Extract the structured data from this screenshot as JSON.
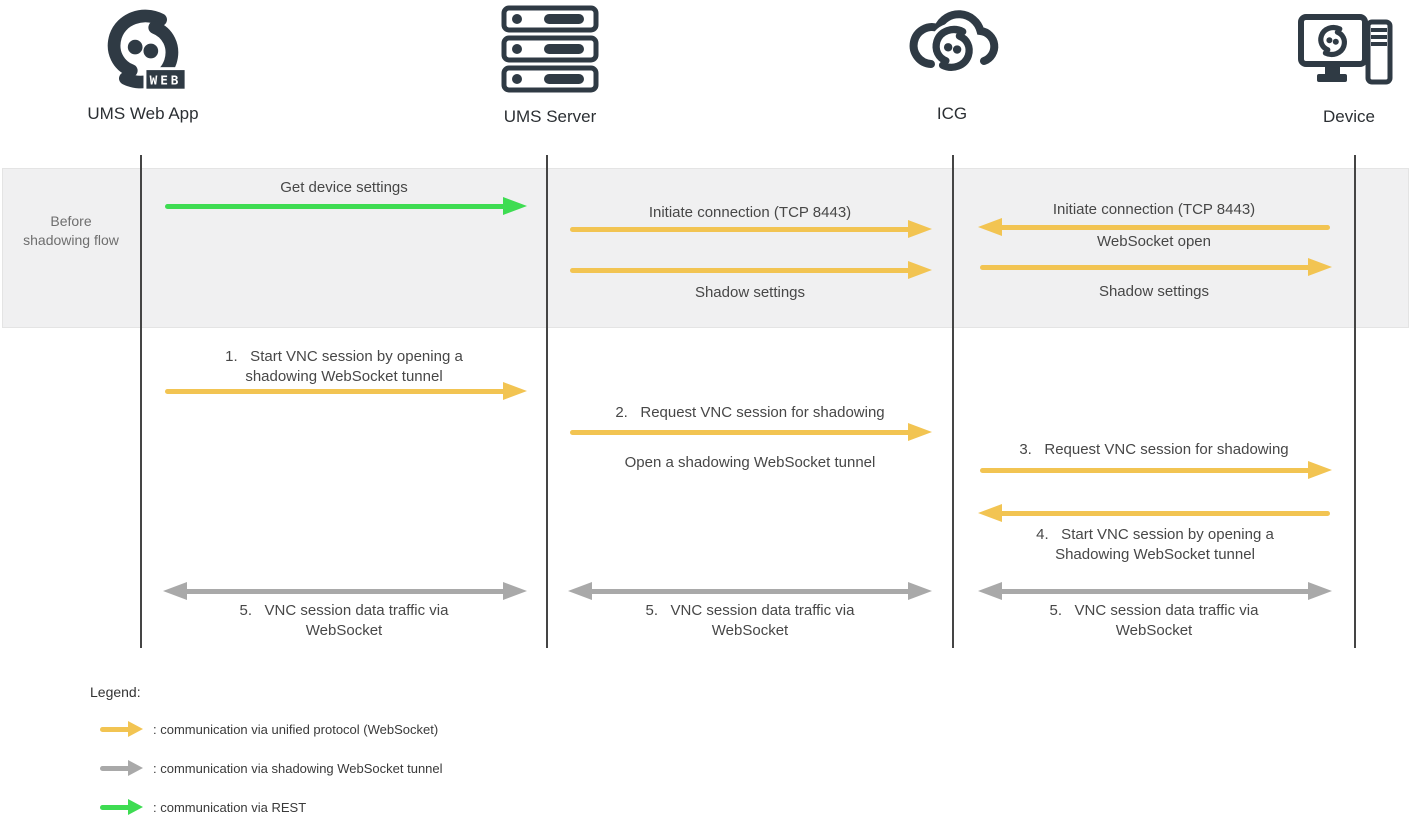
{
  "actors": [
    {
      "name": "UMS Web App",
      "icon": "ums-web-logo-icon",
      "badge": "WEB"
    },
    {
      "name": "UMS Server",
      "icon": "server-stack-icon"
    },
    {
      "name": "ICG",
      "icon": "cloud-link-icon"
    },
    {
      "name": "Device",
      "icon": "device-monitor-icon"
    }
  ],
  "band": {
    "label": "Before shadowing flow"
  },
  "flows": {
    "before": {
      "webapp_to_server": {
        "get_device_settings": "Get device settings"
      },
      "server_to_icg": {
        "initiate_connection": "Initiate connection (TCP 8443)",
        "shadow_settings": "Shadow settings"
      },
      "device_to_icg": {
        "initiate_connection": "Initiate connection (TCP 8443)",
        "websocket_open": "WebSocket open",
        "shadow_settings": "Shadow settings"
      }
    },
    "shadowing": {
      "step1": "1.   Start VNC session by opening a shadowing WebSocket tunnel",
      "step2": "2.   Request VNC session for shadowing",
      "step2_note": "Open a shadowing WebSocket tunnel",
      "step3": "3.   Request VNC session for shadowing",
      "step4": "4.   Start VNC session by opening a Shadowing WebSocket tunnel",
      "step5": "5.   VNC session data traffic via WebSocket"
    }
  },
  "legend": {
    "title": "Legend:",
    "items": [
      {
        "label": ": communication via unified protocol (WebSocket)",
        "color": "#F2C452",
        "color_name": "yellow"
      },
      {
        "label": ": communication via shadowing WebSocket tunnel",
        "color": "#A9A9A9",
        "color_name": "gray"
      },
      {
        "label": ": communication via REST",
        "color": "#3EDC52",
        "color_name": "green"
      }
    ]
  },
  "colors": {
    "unified_protocol_yellow": "#F2C452",
    "shadow_tunnel_gray": "#A9A9A9",
    "rest_green": "#3EDC52",
    "lifeline": "#454545",
    "band_background": "#F0F0F1",
    "icon_dark": "#2F3A44"
  }
}
